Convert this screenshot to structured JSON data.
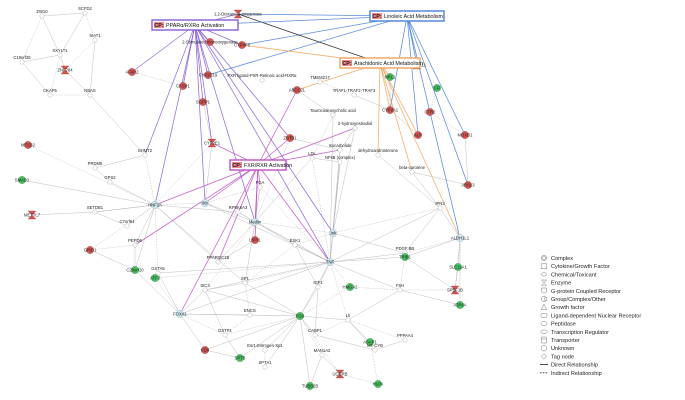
{
  "canonical_pathways": [
    {
      "id": "ppar",
      "prefix": "CP:",
      "label": "PPARα/RXRα Activation",
      "border": "#8a5cd6"
    },
    {
      "id": "linoleic",
      "prefix": "CP:",
      "label": "Linoleic Acid Metabolism",
      "border": "#4a7fd8"
    },
    {
      "id": "arachidonic",
      "prefix": "CP:",
      "label": "Arachidonic Acid Metabolism",
      "border": "#f2a35a"
    },
    {
      "id": "fxr",
      "prefix": "CP:",
      "label": "FXR/RXR Activation",
      "border": "#c24fc4"
    }
  ],
  "nodes": [
    {
      "id": "n1",
      "label": "ZW10",
      "color": "white",
      "shape": "circle"
    },
    {
      "id": "n2",
      "label": "SCFD2",
      "color": "white",
      "shape": "circle"
    },
    {
      "id": "n3",
      "label": "C19orf25",
      "color": "white",
      "shape": "circle"
    },
    {
      "id": "n4",
      "label": "XXYLT1",
      "color": "white",
      "shape": "circle"
    },
    {
      "id": "n5",
      "label": "SIAT1",
      "color": "white",
      "shape": "circle"
    },
    {
      "id": "n6",
      "label": "ZNF284",
      "color": "red",
      "shape": "circle"
    },
    {
      "id": "n7",
      "label": "CKAP5",
      "color": "white",
      "shape": "circle"
    },
    {
      "id": "n8",
      "label": "NBAS",
      "color": "white",
      "shape": "circle"
    },
    {
      "id": "n9",
      "label": "AFAP2",
      "color": "red",
      "shape": "circle"
    },
    {
      "id": "n10",
      "label": "1,2-Dioxane-1-oxygenase",
      "color": "red",
      "shape": "circle"
    },
    {
      "id": "n11",
      "label": "2-Stimulated monooxygenase",
      "color": "red",
      "shape": "circle"
    },
    {
      "id": "n12",
      "label": "CYP4F8",
      "color": "red",
      "shape": "circle"
    },
    {
      "id": "n13",
      "label": "CYP2C19",
      "color": "red",
      "shape": "circle"
    },
    {
      "id": "n14",
      "label": "CYP4A11",
      "color": "red",
      "shape": "circle"
    },
    {
      "id": "n15",
      "label": "CASP1",
      "color": "red",
      "shape": "circle"
    },
    {
      "id": "n16",
      "label": "SGPP1",
      "color": "red",
      "shape": "circle"
    },
    {
      "id": "n17",
      "label": "PXR ligand-PXR-Retinoic acid-RXRα",
      "color": "white",
      "shape": "circle"
    },
    {
      "id": "n18",
      "label": "TMEM217",
      "color": "white",
      "shape": "circle"
    },
    {
      "id": "n19",
      "label": "ABCC2L",
      "color": "red",
      "shape": "circle"
    },
    {
      "id": "n20",
      "label": "NRL1",
      "color": "green",
      "shape": "circle"
    },
    {
      "id": "n21",
      "label": "CFI",
      "color": "green",
      "shape": "circle"
    },
    {
      "id": "n22",
      "label": "TRAF1-TRAF2-TRAF3",
      "color": "white",
      "shape": "circle"
    },
    {
      "id": "n23",
      "label": "CYP2A1",
      "color": "red",
      "shape": "circle"
    },
    {
      "id": "n24",
      "label": "CTR2",
      "color": "red",
      "shape": "circle"
    },
    {
      "id": "n25",
      "label": "MOXD1",
      "color": "red",
      "shape": "circle"
    },
    {
      "id": "n26",
      "label": "Taurocodeoxycholic acid",
      "color": "white",
      "shape": "circle"
    },
    {
      "id": "n27",
      "label": "2-hydroxyestradiol",
      "color": "white",
      "shape": "circle"
    },
    {
      "id": "n28",
      "label": "ALP",
      "color": "red",
      "shape": "circle"
    },
    {
      "id": "n29",
      "label": "ZBTB1",
      "color": "red",
      "shape": "circle"
    },
    {
      "id": "n30",
      "label": "CYP2E1",
      "color": "red",
      "shape": "circle"
    },
    {
      "id": "n31",
      "label": "Isocarbolide",
      "color": "white",
      "shape": "circle"
    },
    {
      "id": "n32",
      "label": "dehydroandrosterone",
      "color": "white",
      "shape": "circle"
    },
    {
      "id": "n33",
      "label": "MTSS2",
      "color": "red",
      "shape": "circle"
    },
    {
      "id": "n34",
      "label": "SHMT2",
      "color": "white",
      "shape": "circle"
    },
    {
      "id": "n35",
      "label": "LDL",
      "color": "white",
      "shape": "circle"
    },
    {
      "id": "n36",
      "label": "NFkB (complex)",
      "color": "white",
      "shape": "circle"
    },
    {
      "id": "n37",
      "label": "PRDM5",
      "color": "white",
      "shape": "circle"
    },
    {
      "id": "n38",
      "label": "beta-carotene",
      "color": "white",
      "shape": "circle"
    },
    {
      "id": "n39",
      "label": "ARSL3",
      "color": "red",
      "shape": "circle"
    },
    {
      "id": "n40",
      "label": "SMAD2",
      "color": "green",
      "shape": "circle"
    },
    {
      "id": "n41",
      "label": "GPS2",
      "color": "white",
      "shape": "circle"
    },
    {
      "id": "n42",
      "label": "FGA",
      "color": "white",
      "shape": "circle"
    },
    {
      "id": "n43",
      "label": "HNF1A",
      "color": "lightblue",
      "shape": "circle"
    },
    {
      "id": "n44",
      "label": "Ikb",
      "color": "lightblue",
      "shape": "circle"
    },
    {
      "id": "n45",
      "label": "SETDB1",
      "color": "white",
      "shape": "circle"
    },
    {
      "id": "n46",
      "label": "METTL7",
      "color": "red",
      "shape": "circle"
    },
    {
      "id": "n47",
      "label": "RP5K6A3",
      "color": "white",
      "shape": "circle"
    },
    {
      "id": "n48",
      "label": "Mediin",
      "color": "lightblue",
      "shape": "circle"
    },
    {
      "id": "n49",
      "label": "IPN3",
      "color": "white",
      "shape": "circle"
    },
    {
      "id": "n50",
      "label": "C7orf64",
      "color": "white",
      "shape": "circle"
    },
    {
      "id": "n51",
      "label": "PEPD6",
      "color": "white",
      "shape": "circle"
    },
    {
      "id": "n52",
      "label": "ALDH1L1",
      "color": "lightblue",
      "shape": "circle"
    },
    {
      "id": "n53",
      "label": "Jnk",
      "color": "lightblue",
      "shape": "circle"
    },
    {
      "id": "n54",
      "label": "ESK1",
      "color": "white",
      "shape": "circle"
    },
    {
      "id": "n55",
      "label": "LIFR1",
      "color": "red",
      "shape": "circle"
    },
    {
      "id": "n56",
      "label": "GRID1",
      "color": "red",
      "shape": "circle"
    },
    {
      "id": "n57",
      "label": "PDGF BB",
      "color": "white",
      "shape": "circle"
    },
    {
      "id": "n58",
      "label": "PPARGC1B",
      "color": "white",
      "shape": "circle"
    },
    {
      "id": "n59",
      "label": "TNF",
      "color": "lightblue",
      "shape": "circle"
    },
    {
      "id": "n60",
      "label": "TRIB1",
      "color": "green",
      "shape": "circle"
    },
    {
      "id": "n61",
      "label": "SLC11A1",
      "color": "green",
      "shape": "circle"
    },
    {
      "id": "n62",
      "label": "C20orf20",
      "color": "green",
      "shape": "circle"
    },
    {
      "id": "n63",
      "label": "GSTA5",
      "color": "white",
      "shape": "circle"
    },
    {
      "id": "n64",
      "label": "ATF3",
      "color": "green",
      "shape": "circle"
    },
    {
      "id": "n65",
      "label": "SP1",
      "color": "white",
      "shape": "circle"
    },
    {
      "id": "n66",
      "label": "SIC3",
      "color": "white",
      "shape": "circle"
    },
    {
      "id": "n67",
      "label": "IGF1",
      "color": "white",
      "shape": "circle"
    },
    {
      "id": "n68",
      "label": "HMGA2",
      "color": "green",
      "shape": "circle"
    },
    {
      "id": "n69",
      "label": "FSH",
      "color": "white",
      "shape": "circle"
    },
    {
      "id": "n70",
      "label": "SPEF1B",
      "color": "red",
      "shape": "circle"
    },
    {
      "id": "n71",
      "label": "ATP6A",
      "color": "green",
      "shape": "circle"
    },
    {
      "id": "n72",
      "label": "FOXA1",
      "color": "lightblue",
      "shape": "circle"
    },
    {
      "id": "n73",
      "label": "ENCG",
      "color": "white",
      "shape": "circle"
    },
    {
      "id": "n74",
      "label": "FOS",
      "color": "green",
      "shape": "circle"
    },
    {
      "id": "n75",
      "label": "Lh",
      "color": "white",
      "shape": "circle"
    },
    {
      "id": "n76",
      "label": "CABP1",
      "color": "white",
      "shape": "circle"
    },
    {
      "id": "n77",
      "label": "ASAP1",
      "color": "green",
      "shape": "circle"
    },
    {
      "id": "n78",
      "label": "GSTP1",
      "color": "white",
      "shape": "circle"
    },
    {
      "id": "n79",
      "label": "PPPAA4",
      "color": "white",
      "shape": "circle"
    },
    {
      "id": "n80",
      "label": "MT-CYB",
      "color": "white",
      "shape": "circle"
    },
    {
      "id": "n81",
      "label": "CD9",
      "color": "red",
      "shape": "circle"
    },
    {
      "id": "n82",
      "label": "Esr1-Estrogen-Sp1",
      "color": "white",
      "shape": "circle"
    },
    {
      "id": "n83",
      "label": "MAN1A2",
      "color": "white",
      "shape": "circle"
    },
    {
      "id": "n84",
      "label": "SPTB",
      "color": "green",
      "shape": "circle"
    },
    {
      "id": "n85",
      "label": "SPTA1",
      "color": "white",
      "shape": "circle"
    },
    {
      "id": "n86",
      "label": "UQCRB",
      "color": "red",
      "shape": "circle"
    },
    {
      "id": "n87",
      "label": "HLPA",
      "color": "green",
      "shape": "circle"
    },
    {
      "id": "n88",
      "label": "TUBB2B",
      "color": "green",
      "shape": "circle"
    }
  ],
  "legend": [
    {
      "icon": "complex-icon",
      "label": "Complex"
    },
    {
      "icon": "cytokine-icon",
      "label": "Cytokine/Growth Factor"
    },
    {
      "icon": "chemical-icon",
      "label": "Chemical/Toxicant"
    },
    {
      "icon": "enzyme-icon",
      "label": "Enzyme"
    },
    {
      "icon": "gpcr-icon",
      "label": "G-protein Coupled Receptor"
    },
    {
      "icon": "group-icon",
      "label": "Group/Complex/Other"
    },
    {
      "icon": "growth-factor-icon",
      "label": "Growth factor"
    },
    {
      "icon": "nuclear-receptor-icon",
      "label": "Ligand-dependent Nuclear Receptor"
    },
    {
      "icon": "peptidase-icon",
      "label": "Peptidase"
    },
    {
      "icon": "transcription-regulator-icon",
      "label": "Transcription Regulator"
    },
    {
      "icon": "transporter-icon",
      "label": "Transporter"
    },
    {
      "icon": "unknown-icon",
      "label": "Unknown"
    },
    {
      "icon": "tag-node-icon",
      "label": "Tag node"
    },
    {
      "icon": "direct-line-icon",
      "label": "Direct Relationship"
    },
    {
      "icon": "indirect-line-icon",
      "label": "Indirect Relationship"
    }
  ],
  "colors": {
    "node_red": "#d9534f",
    "node_green": "#3fc45a",
    "node_lightblue": "#cfe6ee",
    "node_white": "#ffffff",
    "edge_gray": "#b8b8b8",
    "edge_purple": "#8a5cd6",
    "edge_magenta": "#c24fc4",
    "edge_blue": "#4a7fd8",
    "edge_orange": "#f2a35a",
    "edge_black": "#222222"
  }
}
